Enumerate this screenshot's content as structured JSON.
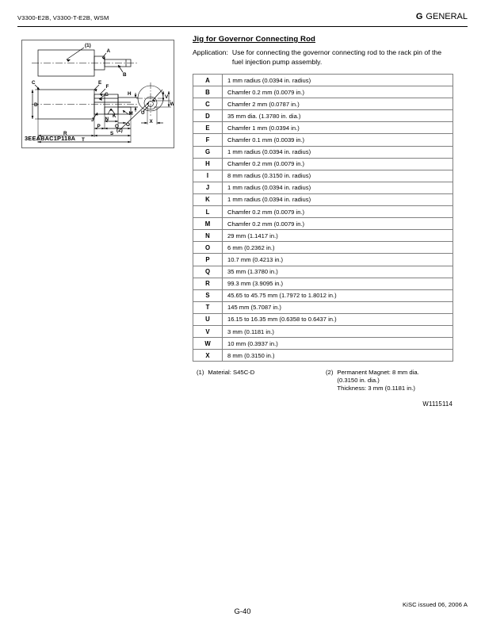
{
  "header": {
    "left_text": "V3300-E2B, V3300-T-E2B, WSM",
    "section_letter": "G",
    "section_name": "GENERAL"
  },
  "figure": {
    "code": "3EEABAC1P118A",
    "callout_1": "(1)",
    "callout_2": "(2)",
    "labels": [
      "A",
      "B",
      "C",
      "D",
      "E",
      "F",
      "G",
      "H",
      "I",
      "J",
      "K",
      "L",
      "M",
      "N",
      "O",
      "P",
      "Q",
      "R",
      "S",
      "T",
      "U",
      "V",
      "W",
      "X"
    ]
  },
  "jig": {
    "title": "Jig for Governor Connecting Rod",
    "application_label": "Application:",
    "application_text": "Use for connecting the governor connecting rod to the rack pin of the fuel injection pump assembly."
  },
  "spec_table": {
    "rows": [
      {
        "key": "A",
        "value": "1 mm radius (0.0394 in. radius)"
      },
      {
        "key": "B",
        "value": "Chamfer 0.2 mm (0.0079 in.)"
      },
      {
        "key": "C",
        "value": "Chamfer 2 mm (0.0787 in.)"
      },
      {
        "key": "D",
        "value": "35 mm dia. (1.3780 in. dia.)"
      },
      {
        "key": "E",
        "value": "Chamfer 1 mm (0.0394 in.)"
      },
      {
        "key": "F",
        "value": "Chamfer 0.1 mm (0.0039 in.)"
      },
      {
        "key": "G",
        "value": "1 mm radius (0.0394 in. radius)"
      },
      {
        "key": "H",
        "value": "Chamfer 0.2 mm (0.0079 in.)"
      },
      {
        "key": "I",
        "value": "8 mm radius (0.3150 in. radius)"
      },
      {
        "key": "J",
        "value": "1 mm radius (0.0394 in. radius)"
      },
      {
        "key": "K",
        "value": "1 mm radius (0.0394 in. radius)"
      },
      {
        "key": "L",
        "value": "Chamfer 0.2 mm (0.0079 in.)"
      },
      {
        "key": "M",
        "value": "Chamfer 0.2 mm (0.0079 in.)"
      },
      {
        "key": "N",
        "value": "29 mm (1.1417 in.)"
      },
      {
        "key": "O",
        "value": "6 mm (0.2362 in.)"
      },
      {
        "key": "P",
        "value": "10.7 mm (0.4213 in.)"
      },
      {
        "key": "Q",
        "value": "35 mm (1.3780 in.)"
      },
      {
        "key": "R",
        "value": "99.3 mm (3.9095 in.)"
      },
      {
        "key": "S",
        "value": "45.65 to 45.75 mm (1.7972 to 1.8012 in.)"
      },
      {
        "key": "T",
        "value": "145 mm (5.7087 in.)"
      },
      {
        "key": "U",
        "value": "16.15 to 16.35 mm (0.6358 to 0.6437 in.)"
      },
      {
        "key": "V",
        "value": "3 mm (0.1181 in.)"
      },
      {
        "key": "W",
        "value": "10 mm (0.3937 in.)"
      },
      {
        "key": "X",
        "value": "8 mm (0.3150 in.)"
      }
    ]
  },
  "notes": {
    "note1_num": "(1)",
    "note1_text": "Material: S45C-D",
    "note2_num": "(2)",
    "note2_text": "Permanent Magnet: 8 mm dia.\n(0.3150 in. dia.)\nThickness: 3 mm (0.1181 in.)"
  },
  "doc_code": "W1115114",
  "footer": {
    "page_number": "G-40",
    "issued": "KiSC issued 06, 2006 A"
  }
}
